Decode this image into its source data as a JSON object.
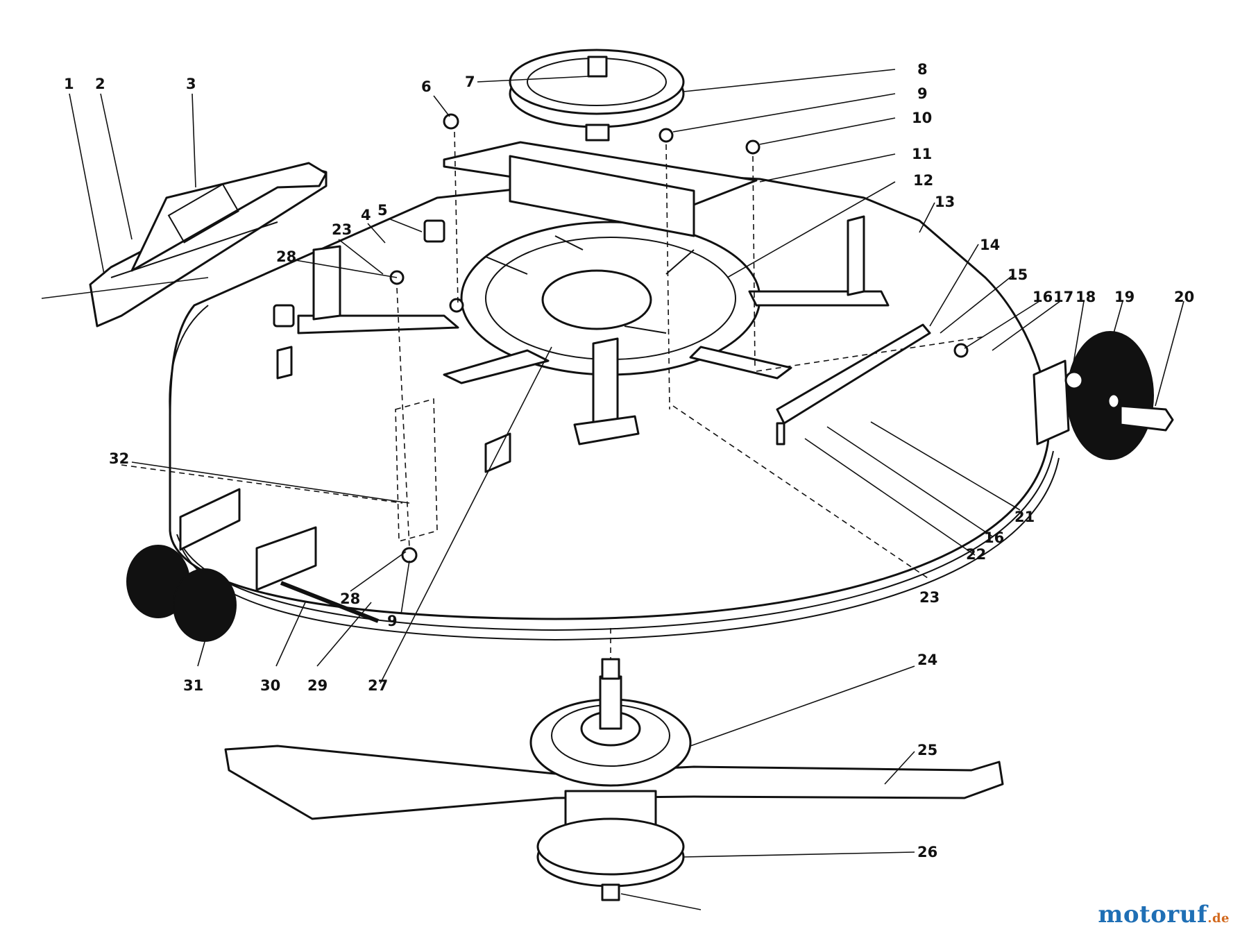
{
  "labels": [
    {
      "id": "1",
      "text": "1"
    },
    {
      "id": "2",
      "text": "2"
    },
    {
      "id": "3",
      "text": "3"
    },
    {
      "id": "4",
      "text": "4"
    },
    {
      "id": "5",
      "text": "5"
    },
    {
      "id": "6",
      "text": "6"
    },
    {
      "id": "7",
      "text": "7"
    },
    {
      "id": "8",
      "text": "8"
    },
    {
      "id": "9a",
      "text": "9"
    },
    {
      "id": "10",
      "text": "10"
    },
    {
      "id": "11",
      "text": "11"
    },
    {
      "id": "12",
      "text": "12"
    },
    {
      "id": "13",
      "text": "13"
    },
    {
      "id": "14",
      "text": "14"
    },
    {
      "id": "15",
      "text": "15"
    },
    {
      "id": "16a",
      "text": "16"
    },
    {
      "id": "17",
      "text": "17"
    },
    {
      "id": "18",
      "text": "18"
    },
    {
      "id": "19",
      "text": "19"
    },
    {
      "id": "20",
      "text": "20"
    },
    {
      "id": "21",
      "text": "21"
    },
    {
      "id": "16b",
      "text": "16"
    },
    {
      "id": "22",
      "text": "22"
    },
    {
      "id": "23a",
      "text": "23"
    },
    {
      "id": "28a",
      "text": "28"
    },
    {
      "id": "32",
      "text": "32"
    },
    {
      "id": "28b",
      "text": "28"
    },
    {
      "id": "9b",
      "text": "9"
    },
    {
      "id": "27",
      "text": "27"
    },
    {
      "id": "31",
      "text": "31"
    },
    {
      "id": "30",
      "text": "30"
    },
    {
      "id": "29",
      "text": "29"
    },
    {
      "id": "23b",
      "text": "23"
    },
    {
      "id": "24",
      "text": "24"
    },
    {
      "id": "25",
      "text": "25"
    },
    {
      "id": "26",
      "text": "26"
    }
  ],
  "watermark": {
    "main": "motoruf",
    "tld": ".de"
  }
}
